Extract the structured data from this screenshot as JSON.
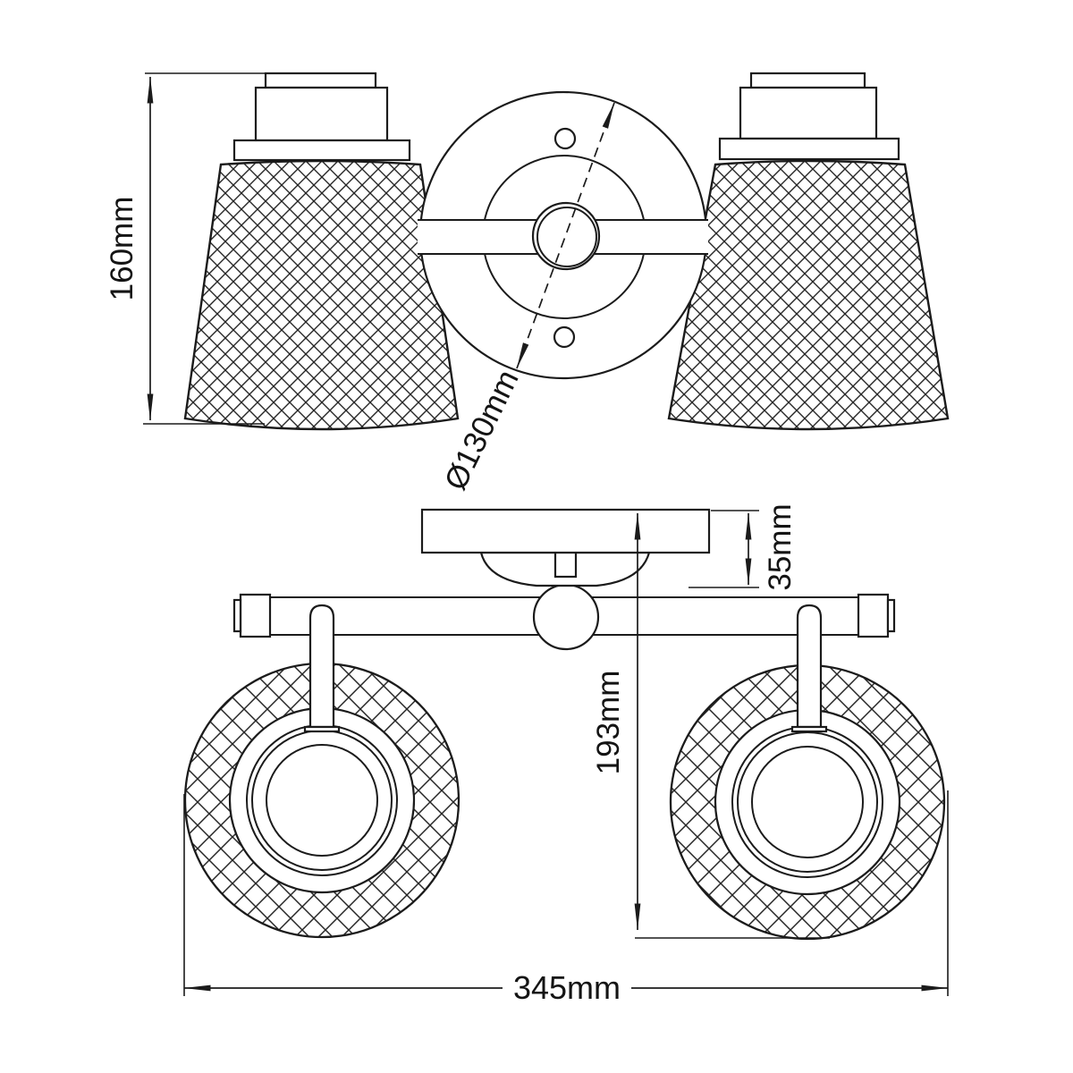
{
  "drawing": {
    "background": "#ffffff",
    "line_color": "#1b1b1b",
    "dimensions": {
      "shade_height": "160mm",
      "plate_diameter": "Ø130mm",
      "canopy_depth": "35mm",
      "projection": "193mm",
      "overall_width": "345mm"
    }
  }
}
